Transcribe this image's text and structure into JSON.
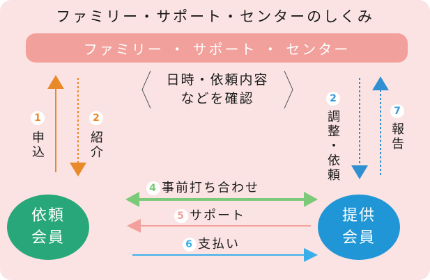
{
  "title": "ファミリー・サポート・センターのしくみ",
  "center": {
    "label": "ファミリー ・ サポート ・ センター"
  },
  "confirm_lines": [
    "日時・依頼内容",
    "などを確認"
  ],
  "left_up": {
    "num": "1",
    "text": "申込"
  },
  "left_down": {
    "num": "2",
    "text": "紹介"
  },
  "right_down": {
    "num": "2",
    "text": "調整・依頼"
  },
  "right_up": {
    "num": "7",
    "text": "報告"
  },
  "nodes": {
    "client": {
      "line1": "依頼",
      "line2": "会員"
    },
    "provider": {
      "line1": "提供",
      "line2": "会員"
    }
  },
  "steps": [
    {
      "num": "4",
      "text": "事前打ち合わせ"
    },
    {
      "num": "5",
      "text": "サポート"
    },
    {
      "num": "6",
      "text": "支払い"
    }
  ],
  "colors": {
    "background": "#fbe3e3",
    "center_bar": "#f2a09b",
    "orange_arrow": "#e8892a",
    "blue_arrow": "#2f8fd0",
    "green_arrow": "#7cc97a",
    "pink_arrow": "#f2a09b",
    "sky_arrow": "#3aaee8",
    "client_node": "#27a77a",
    "provider_node": "#2196d6"
  }
}
